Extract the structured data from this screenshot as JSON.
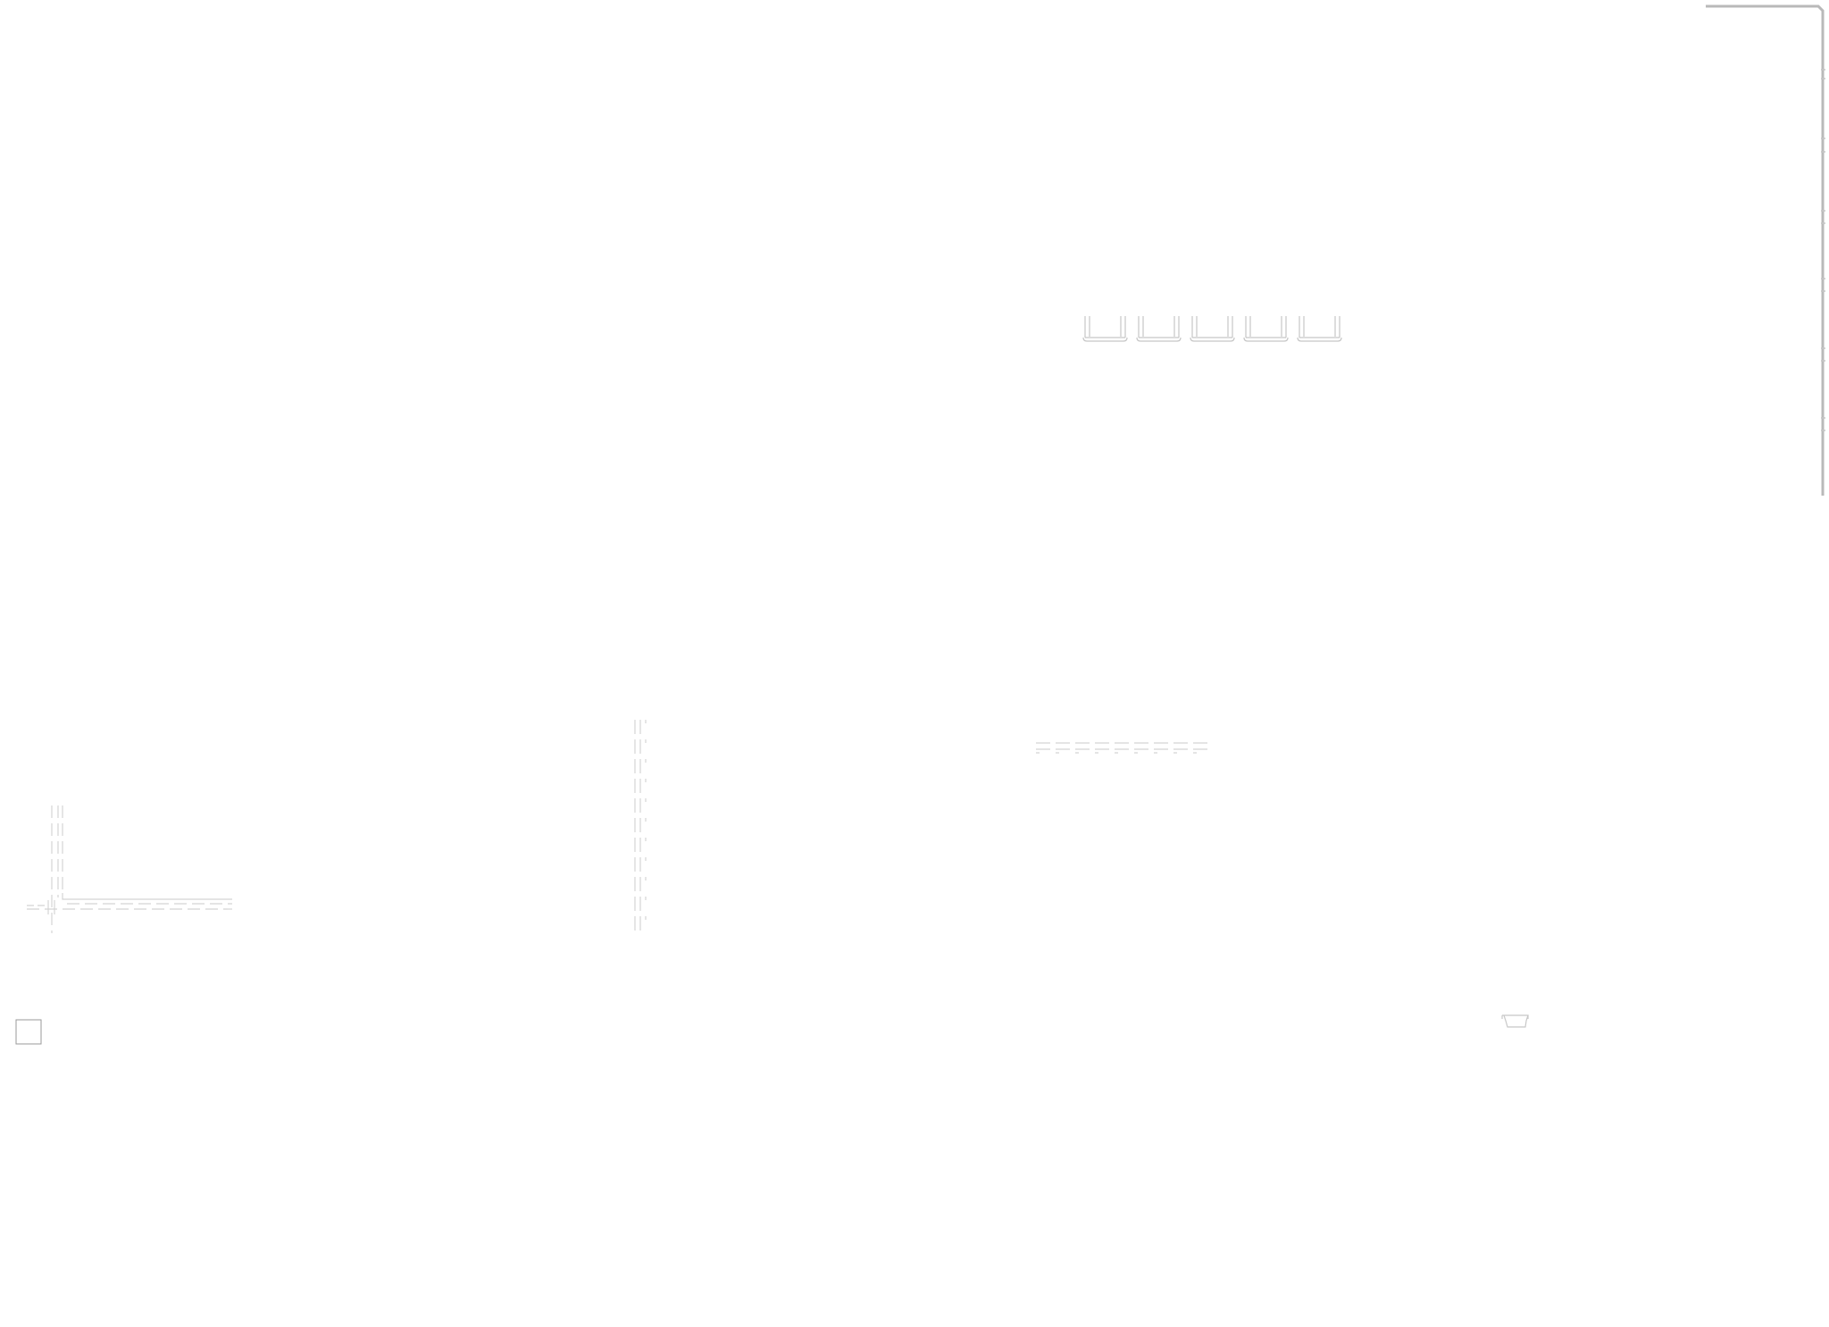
{
  "diagram": {
    "background": "#ffffff",
    "colors": {
      "frame_line": "#b9b9b9",
      "light_line": "#cfcfcf",
      "faint_line": "#d8d8d8",
      "box_outline": "#9a9a9a",
      "fixture_outline": "#c8c8c8"
    },
    "elements": [
      "corner-frame",
      "frame-tick-marks",
      "seat-row",
      "dashed-corner-junction",
      "dashed-vertical-track",
      "dashed-horizontal-segment",
      "square-box",
      "small-basin-fixture"
    ],
    "seat_count": 5,
    "text_labels": []
  }
}
